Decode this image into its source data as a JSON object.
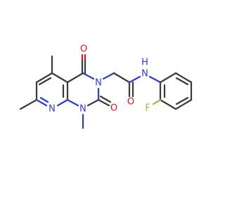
{
  "colors": {
    "carbon_bond": "#3a3a3a",
    "nitrogen": "#2f3bd6",
    "oxygen": "#e01a1a",
    "fluorine": "#8fc63f",
    "background": "#ffffff"
  },
  "labels": {
    "o_top": "O",
    "o_amide": "O",
    "o_lower": "O",
    "n_ring_n3": "N",
    "n_pyridine": "N",
    "n_ring_n1": "N",
    "n_amide": "N",
    "h_amide": "H",
    "f": "F"
  }
}
